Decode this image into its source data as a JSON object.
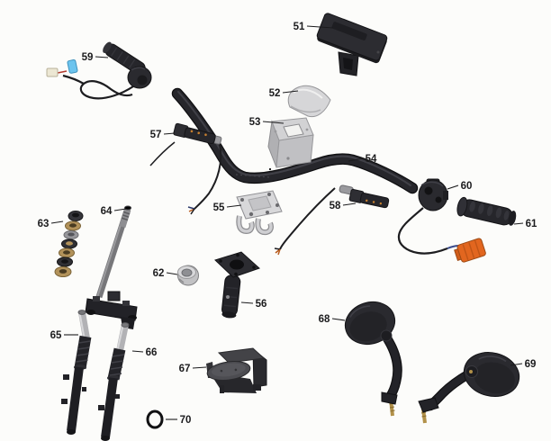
{
  "diagram": {
    "background": "#fcfcfa",
    "label_color": "#1b1b1d",
    "colors": {
      "part_dark": "#26262b",
      "part_silver": "#d6d6d8",
      "connector_orange": "#e2661f",
      "connector_blue": "#6cc4ee",
      "bearing_gold": "#b2925a",
      "stud_gold": "#b29149"
    },
    "parts": [
      {
        "label": "51"
      },
      {
        "label": "52"
      },
      {
        "label": "53"
      },
      {
        "label": "54"
      },
      {
        "label": "55"
      },
      {
        "label": "56"
      },
      {
        "label": "57"
      },
      {
        "label": "58"
      },
      {
        "label": "59"
      },
      {
        "label": "60"
      },
      {
        "label": "61"
      },
      {
        "label": "62"
      },
      {
        "label": "63"
      },
      {
        "label": "64"
      },
      {
        "label": "65"
      },
      {
        "label": "66"
      },
      {
        "label": "67"
      },
      {
        "label": "68"
      },
      {
        "label": "69"
      },
      {
        "label": "70"
      }
    ]
  }
}
